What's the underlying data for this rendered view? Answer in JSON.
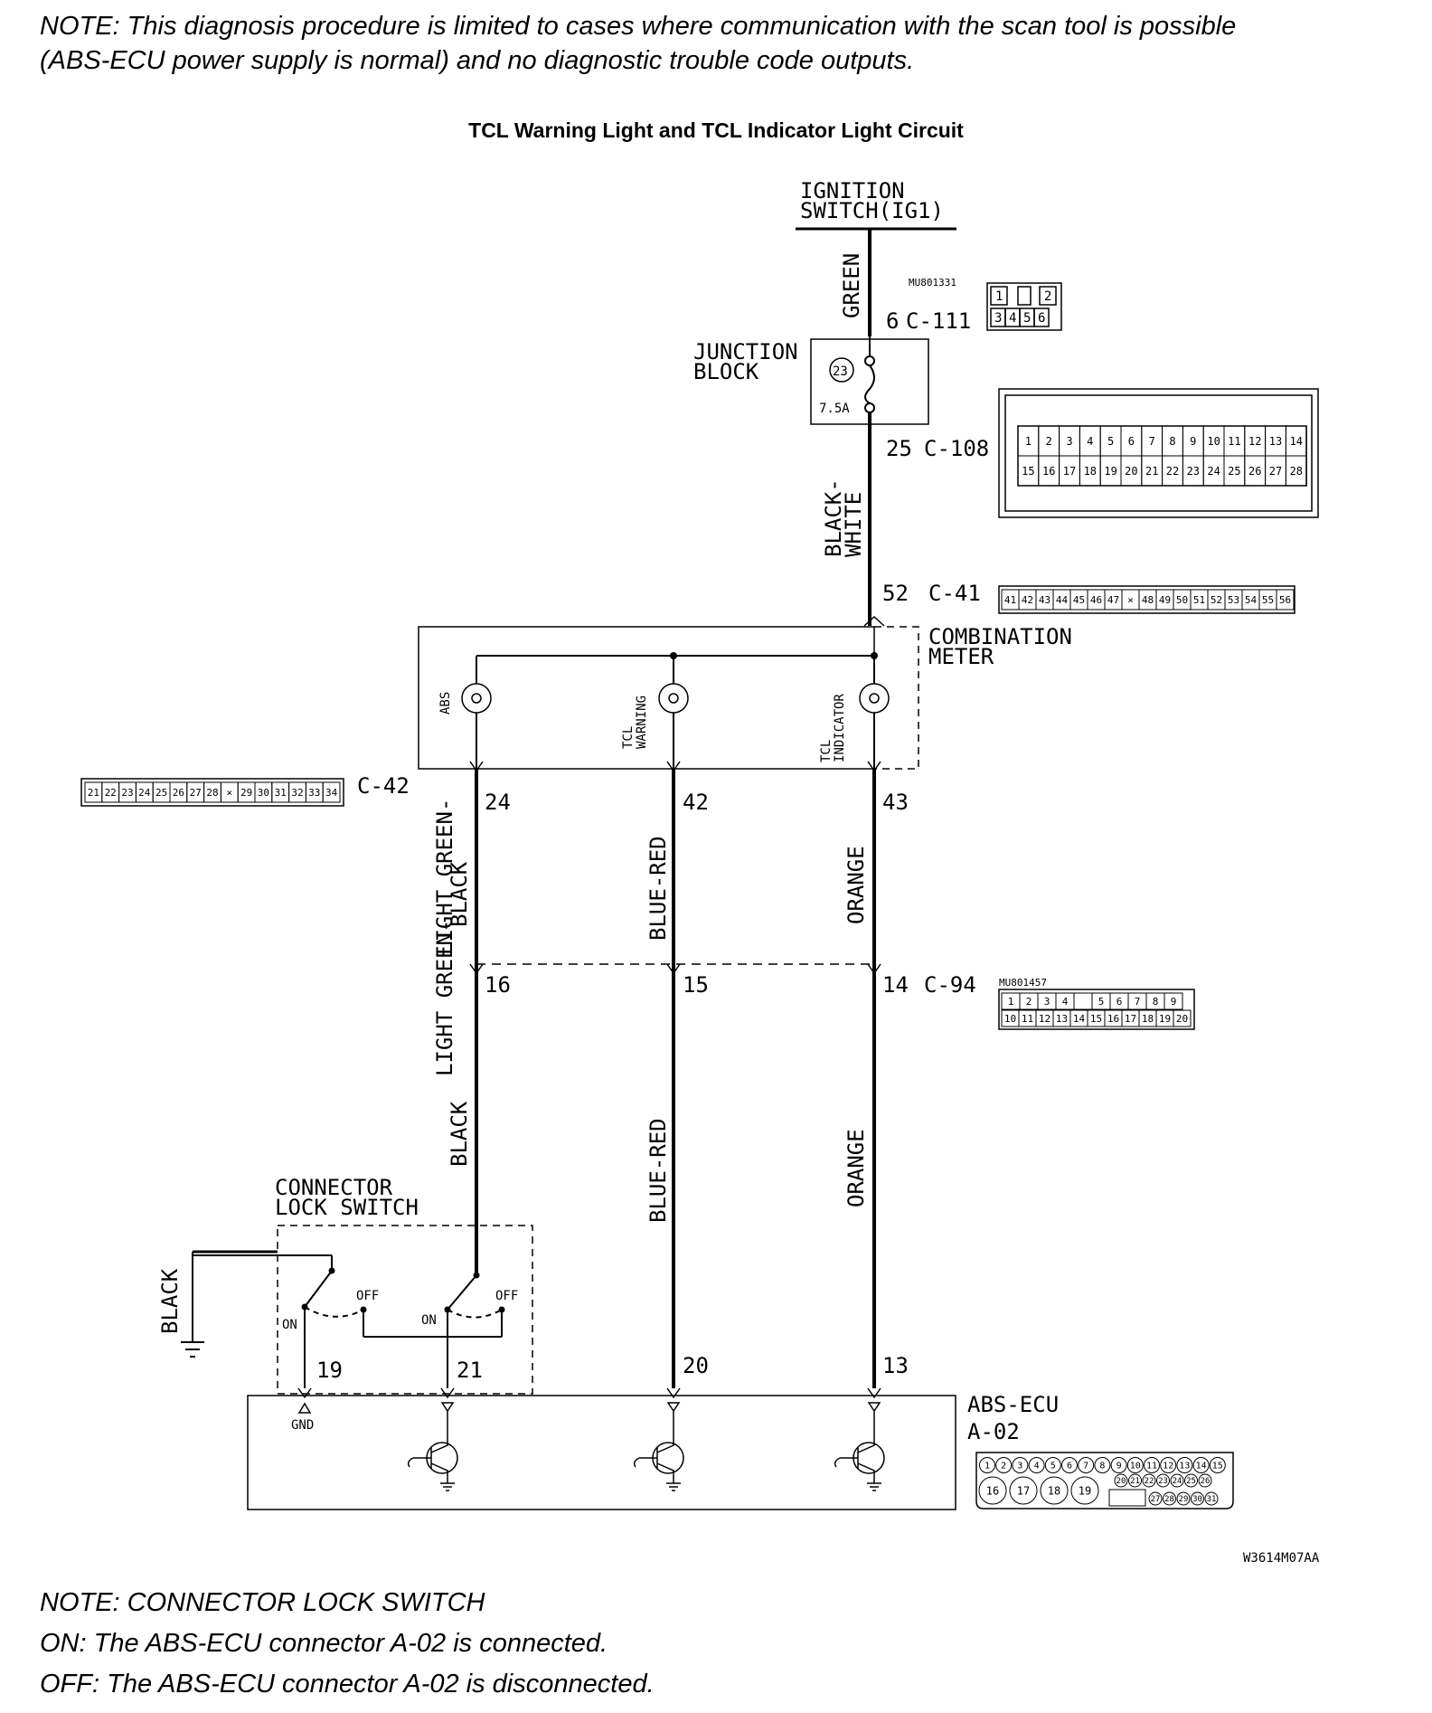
{
  "notes": {
    "top_line1": "NOTE: This diagnosis procedure is limited to cases where communication with the scan tool is possible",
    "top_line2": "(ABS-ECU power supply is normal) and no diagnostic trouble code outputs.",
    "bottom_line1": "NOTE: CONNECTOR LOCK SWITCH",
    "bottom_line2": "ON: The ABS-ECU connector A-02 is connected.",
    "bottom_line3": "OFF: The ABS-ECU connector A-02 is disconnected."
  },
  "diagram": {
    "title": "TCL Warning Light and TCL Indicator Light Circuit",
    "ignition_line1": "IGNITION",
    "ignition_line2": "SWITCH(IG1)",
    "junction_line1": "JUNCTION",
    "junction_line2": "BLOCK",
    "fuse_number": "23",
    "fuse_rating": "7.5A",
    "combination_line1": "COMBINATION",
    "combination_line2": "METER",
    "lamp_abs": "ABS",
    "lamp_tcl_warning_1": "TCL",
    "lamp_tcl_warning_2": "WARNING",
    "lamp_tcl_indicator_1": "TCL",
    "lamp_tcl_indicator_2": "INDICATOR",
    "lock_switch_line1": "CONNECTOR",
    "lock_switch_line2": "LOCK SWITCH",
    "switch_on": "ON",
    "switch_off": "OFF",
    "ecu_line1": "ABS-ECU",
    "ecu_line2": "A-02",
    "gnd": "GND",
    "figure_code": "W3614M07AA",
    "part_code_1": "MU801331",
    "part_code_2": "MU801457"
  },
  "wires": {
    "green": "GREEN",
    "black_white_1": "BLACK-",
    "black_white_2": "WHITE",
    "lgb_1": "LIGHT GREEN-",
    "lgb_2": "BLACK",
    "blue_red": "BLUE-RED",
    "orange": "ORANGE",
    "black": "BLACK"
  },
  "connectors": {
    "c111": "C-111",
    "c108": "C-108",
    "c41": "C-41",
    "c42": "C-42",
    "c94": "C-94"
  },
  "pins": {
    "p6": "6",
    "p25": "25",
    "p52": "52",
    "p24": "24",
    "p42": "42",
    "p43": "43",
    "p16": "16",
    "p15": "15",
    "p14": "14",
    "p19": "19",
    "p21": "21",
    "p20": "20",
    "p13": "13"
  },
  "connector_faces": {
    "c111_top": [
      "1",
      "",
      "2"
    ],
    "c111_bottom": [
      "3",
      "4",
      "5",
      "6"
    ],
    "c108_top": [
      "1",
      "2",
      "3",
      "4",
      "5",
      "6",
      "7",
      "8",
      "9",
      "10",
      "11",
      "12",
      "13",
      "14"
    ],
    "c108_bottom": [
      "15",
      "16",
      "17",
      "18",
      "19",
      "20",
      "21",
      "22",
      "23",
      "24",
      "25",
      "26",
      "27",
      "28"
    ],
    "c41_row": [
      "41",
      "42",
      "43",
      "44",
      "45",
      "46",
      "47",
      "×",
      "48",
      "49",
      "50",
      "51",
      "52",
      "53",
      "54",
      "55",
      "56"
    ],
    "c42_row": [
      "21",
      "22",
      "23",
      "24",
      "25",
      "26",
      "27",
      "28",
      "×",
      "29",
      "30",
      "31",
      "32",
      "33",
      "34"
    ],
    "c94_top": [
      "1",
      "2",
      "3",
      "4",
      "",
      "5",
      "6",
      "7",
      "8",
      "9"
    ],
    "c94_bottom": [
      "10",
      "11",
      "12",
      "13",
      "14",
      "15",
      "16",
      "17",
      "18",
      "19",
      "20"
    ],
    "a02_top": [
      "1",
      "2",
      "3",
      "4",
      "5",
      "6",
      "7",
      "8",
      "9",
      "10",
      "11",
      "12",
      "13",
      "14",
      "15"
    ],
    "a02_big": [
      "16",
      "17",
      "18",
      "19"
    ],
    "a02_mid": [
      "20",
      "21",
      "22",
      "23",
      "24",
      "25",
      "26"
    ],
    "a02_low": [
      "27",
      "28",
      "29",
      "30",
      "31"
    ]
  }
}
